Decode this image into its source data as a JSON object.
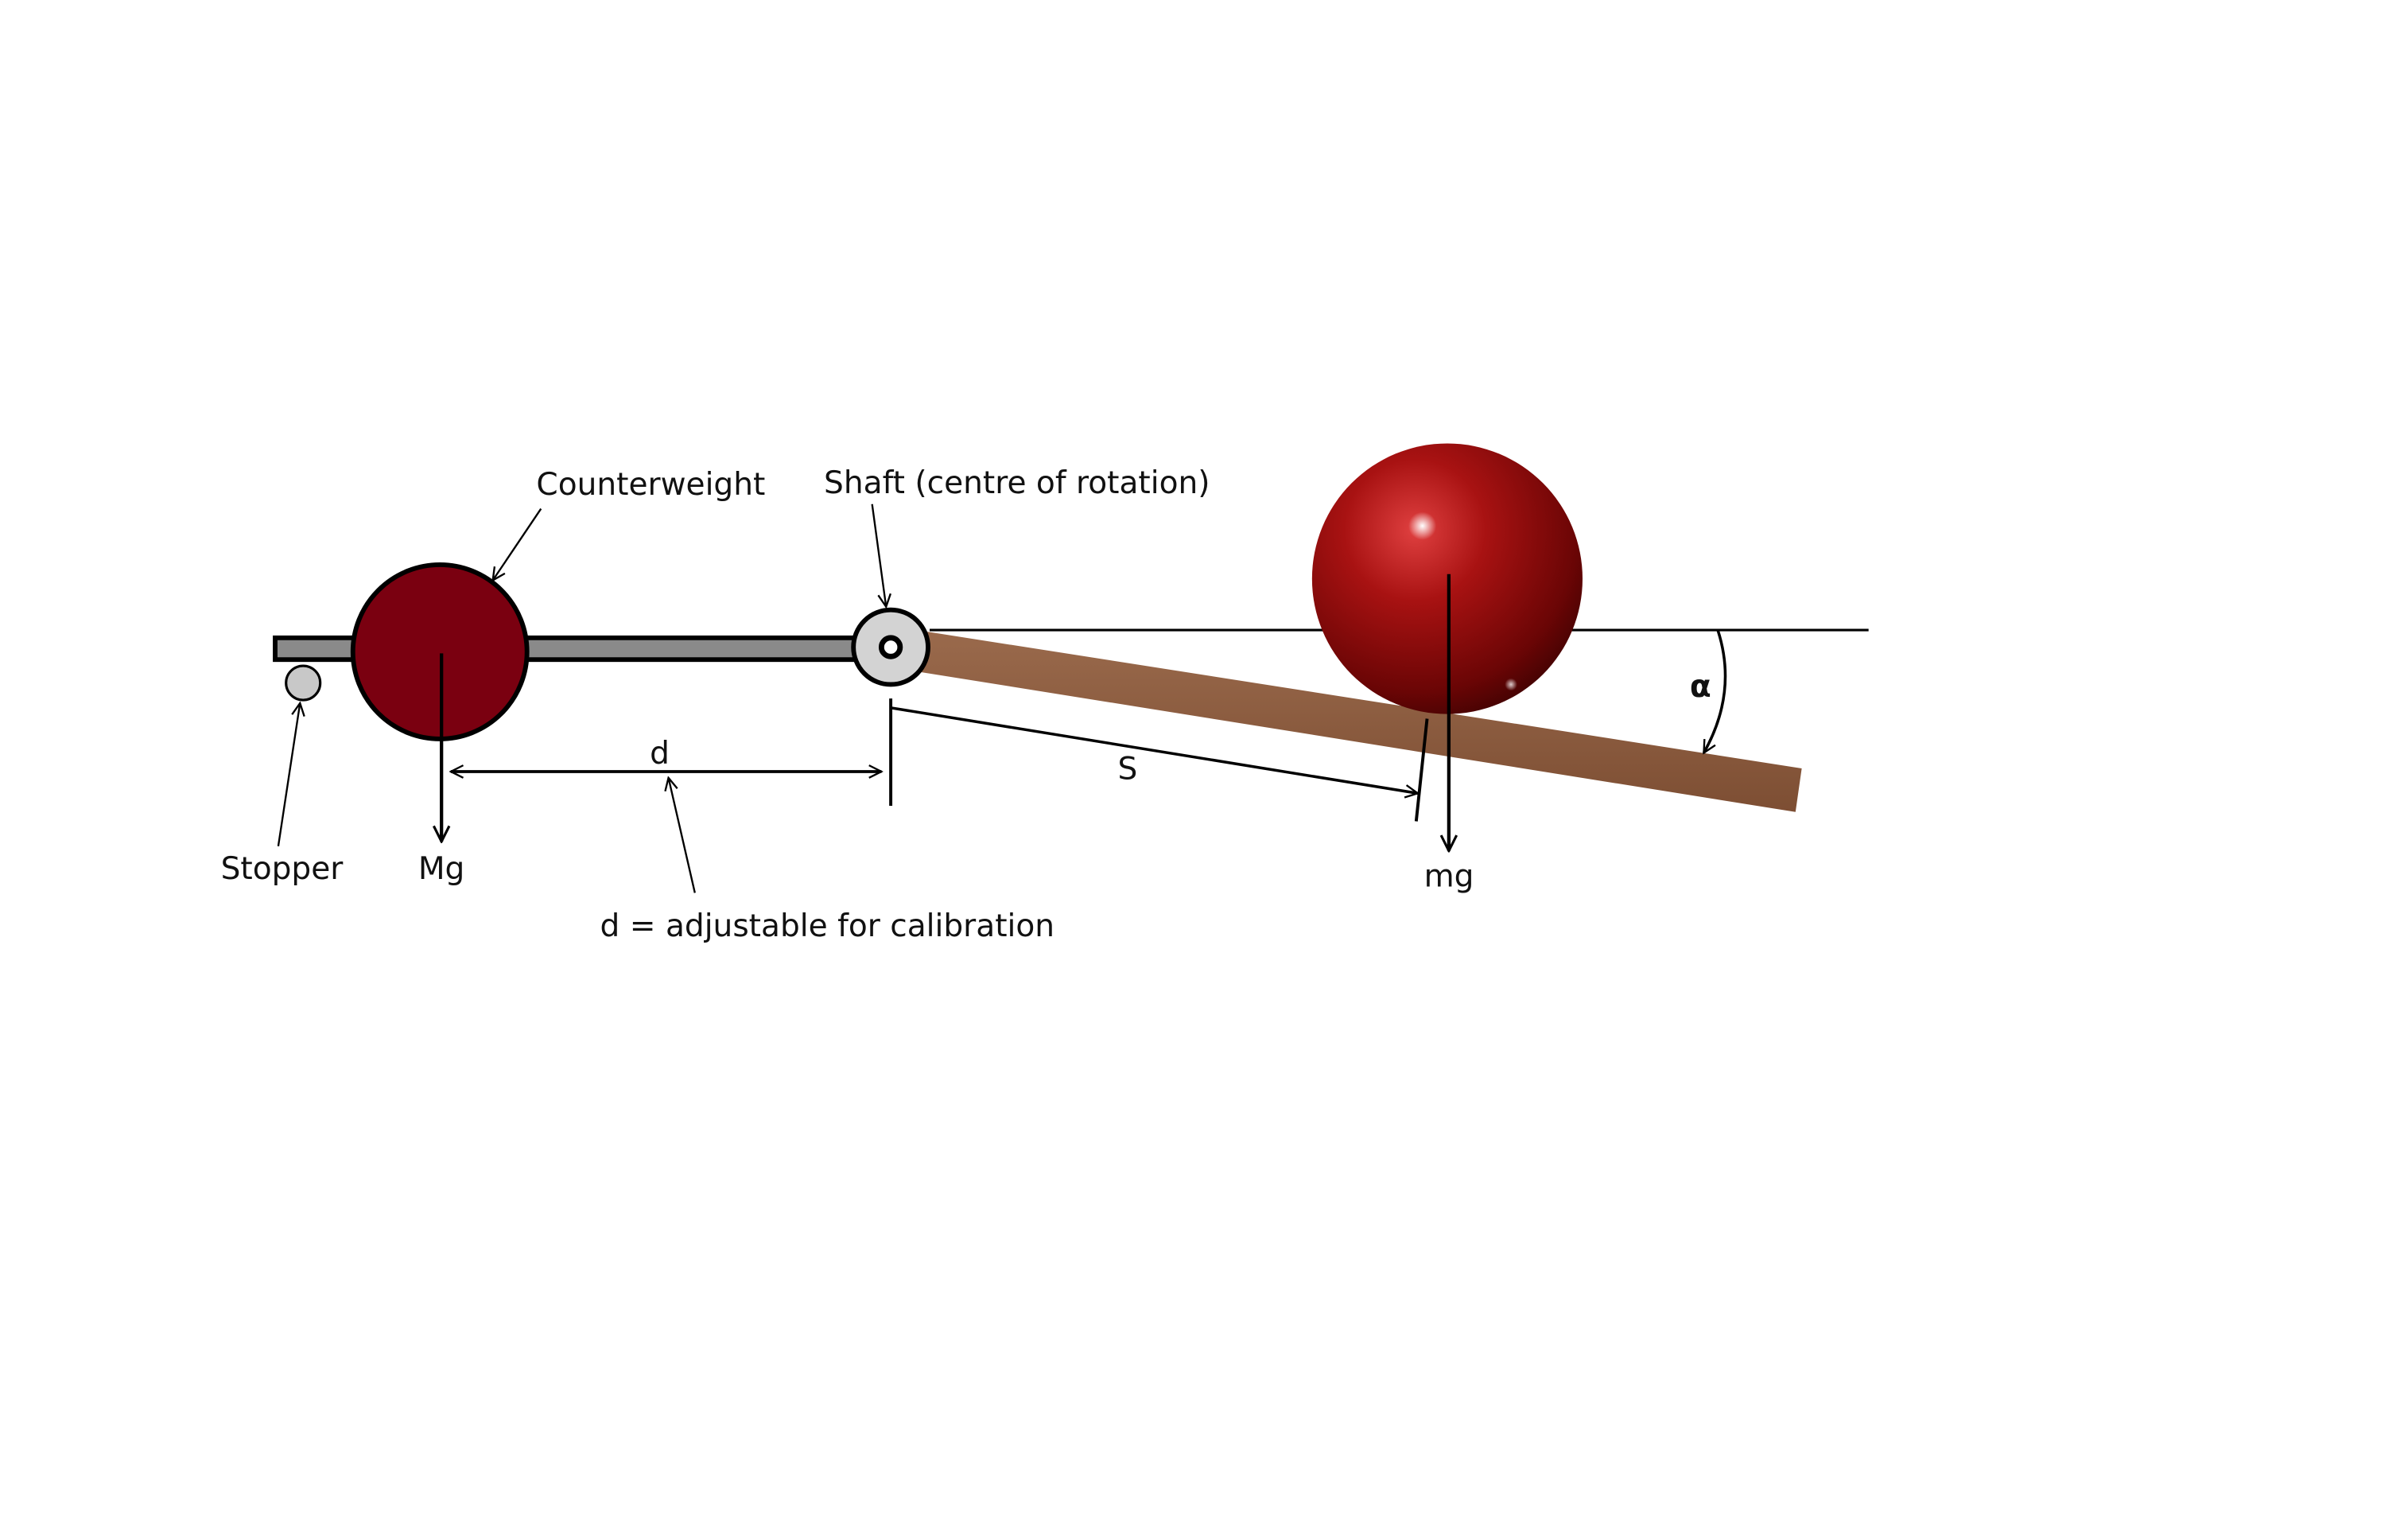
{
  "labels": {
    "counterweight": "Counterweight",
    "shaft": "Shaft (centre of rotation)",
    "stopper": "Stopper",
    "counterweight_force": "Mg",
    "ball_force": "mg",
    "distance_d": "d",
    "distance_s": "S",
    "angle": "α",
    "d_note": "d = adjustable for calibration"
  },
  "colors": {
    "counterweight": "#7a0010",
    "arm": "#8a8a8a",
    "shaft": "#d3d3d3",
    "stopper": "#c8c8c8",
    "ramp": "#8b5a3c",
    "ball": "#8c0c0c",
    "lines": "#000000"
  }
}
